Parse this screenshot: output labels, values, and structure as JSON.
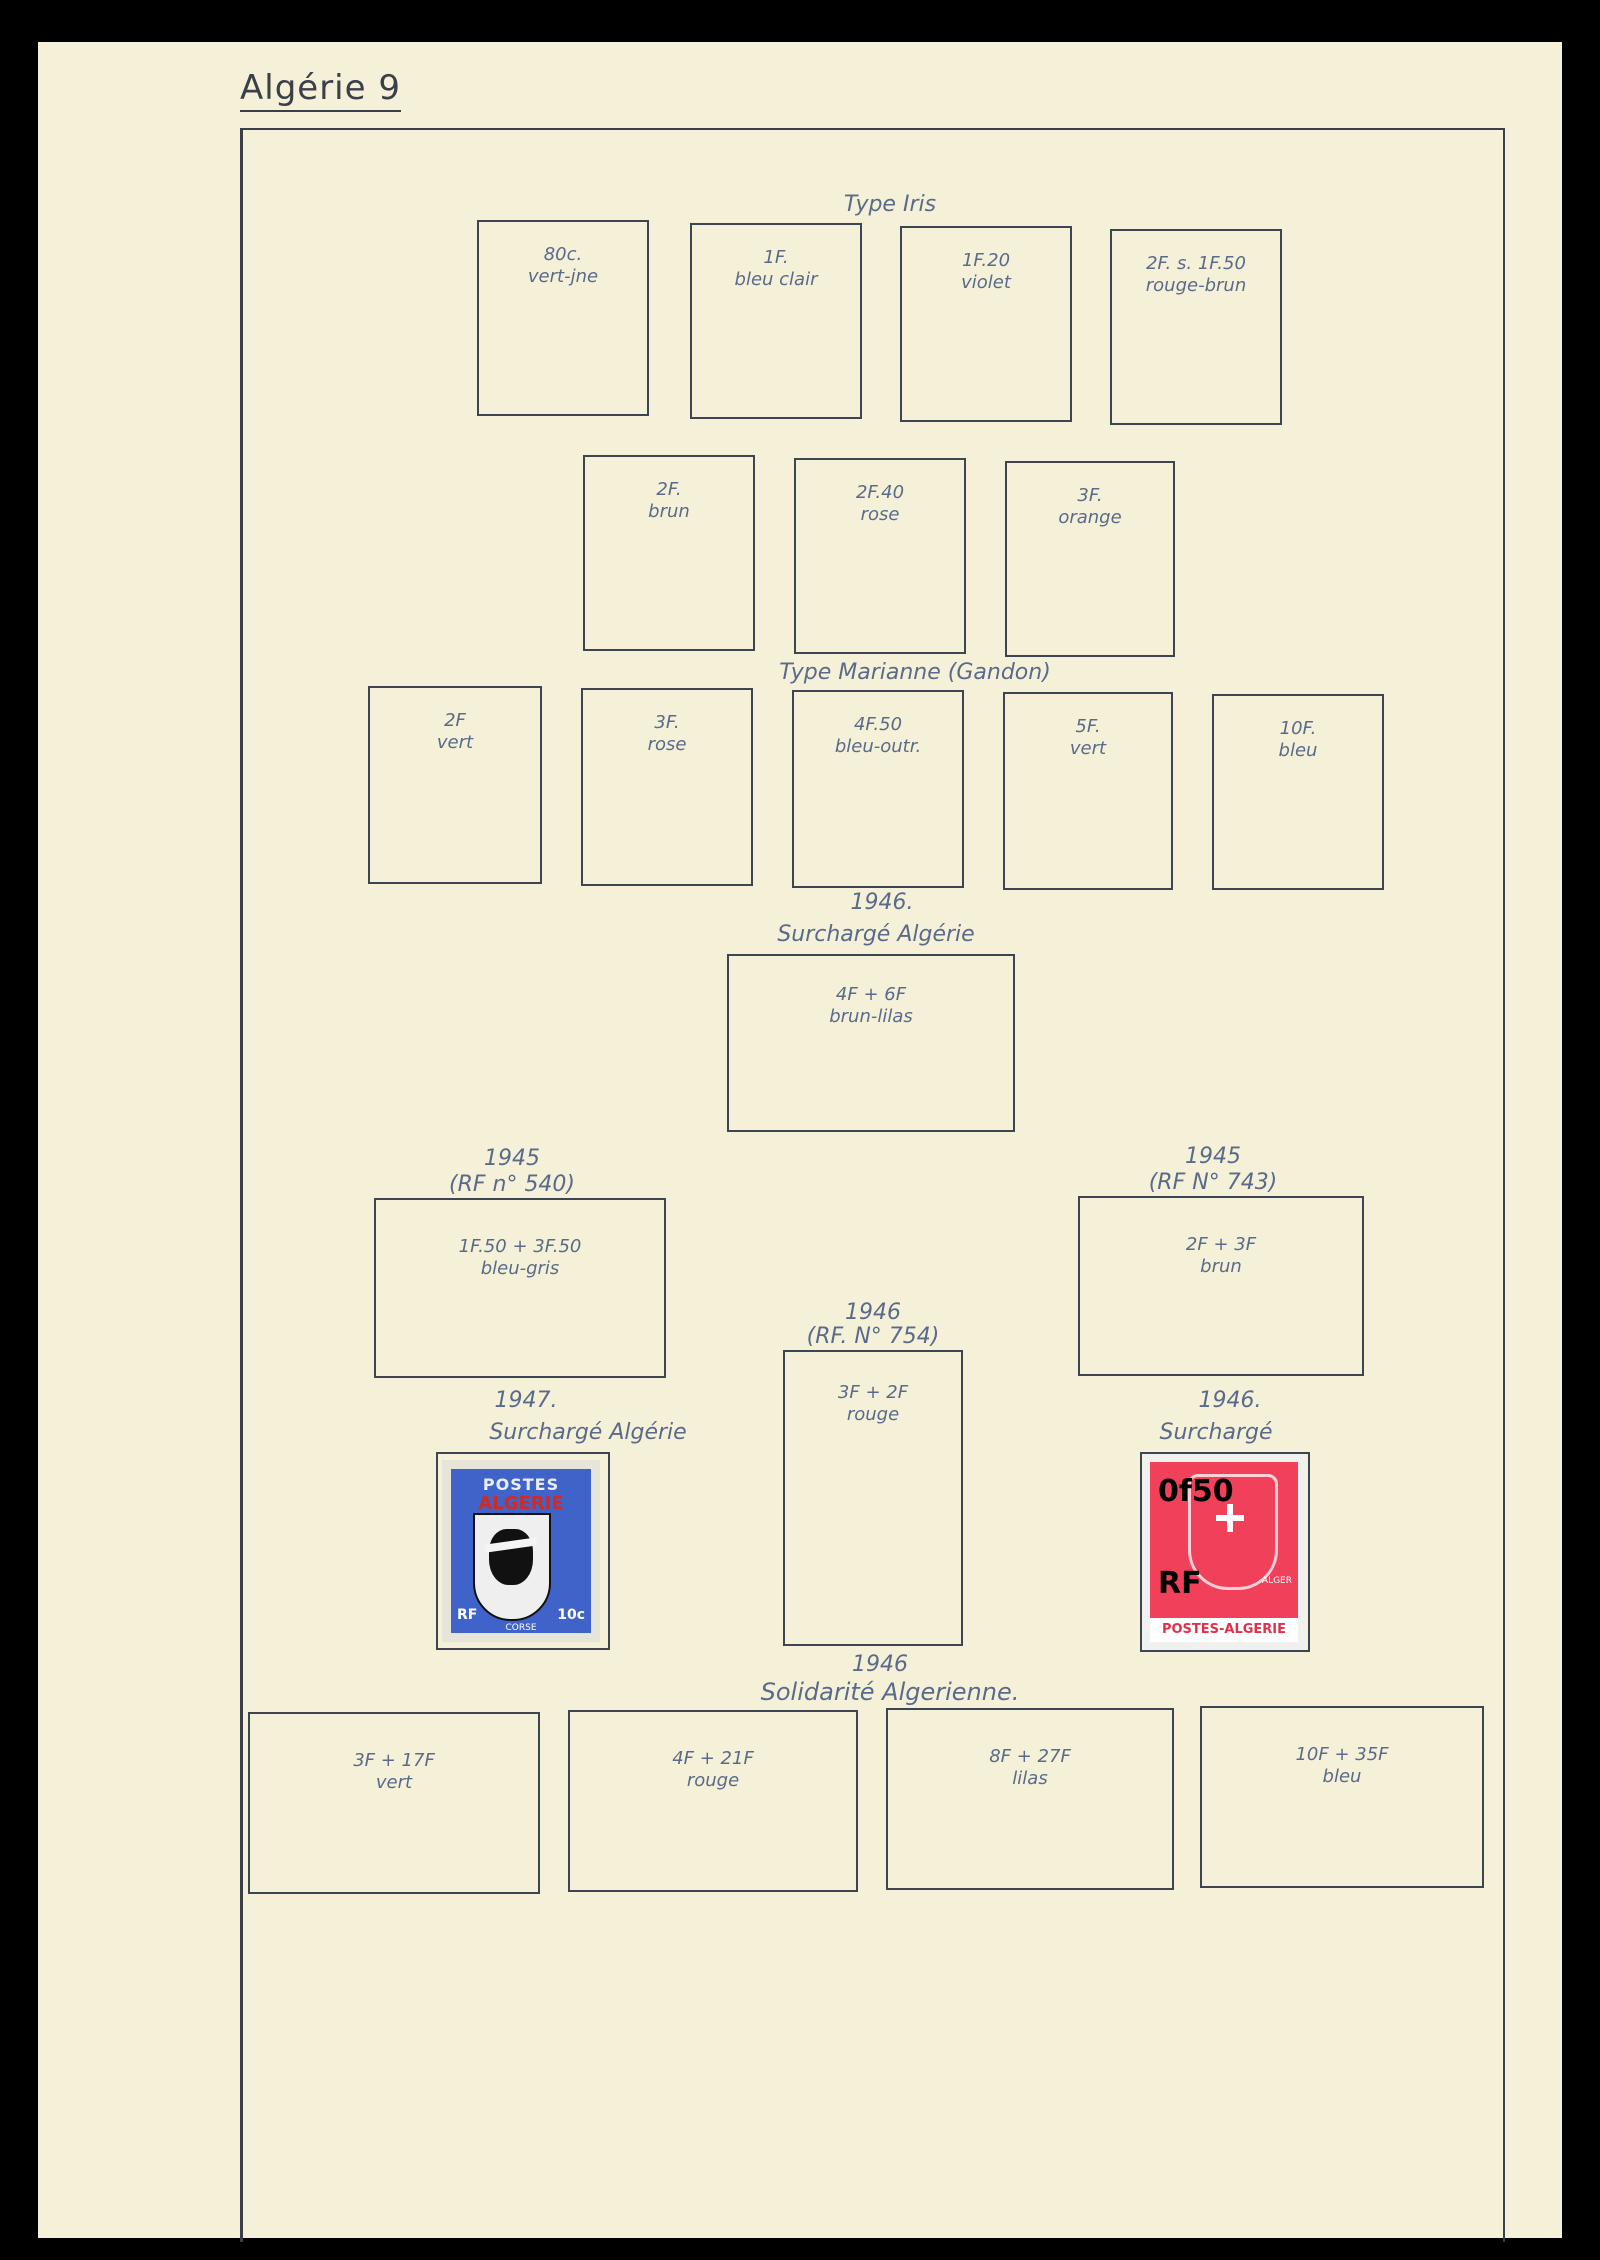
{
  "page_title": "Algérie 9",
  "sections": {
    "iris_title": "Type Iris",
    "marianne_title": "Type Marianne (Gandon)",
    "year_1946_a": "1946.",
    "surcharge_title": "Surchargé Algérie",
    "year_1945_left": "1945",
    "ref_left": "(RF n° 540)",
    "year_1945_right": "1945",
    "ref_right": "(RF N° 743)",
    "year_1946_mid": "1946",
    "ref_mid": "(RF. N° 754)",
    "year_1947": "1947.",
    "surcharge_1947": "Surchargé Algérie",
    "year_1946_right": "1946.",
    "surcharge_right": "Surchargé",
    "year_1946_bottom": "1946",
    "solidarite_title": "Solidarité Algerienne."
  },
  "iris_row1": [
    {
      "value": "80c.",
      "color": "vert-jne"
    },
    {
      "value": "1F.",
      "color": "bleu clair"
    },
    {
      "value": "1F.20",
      "color": "violet"
    },
    {
      "value": "2F. s. 1F.50",
      "color": "rouge-brun"
    }
  ],
  "iris_row2": [
    {
      "value": "2F.",
      "color": "brun"
    },
    {
      "value": "2F.40",
      "color": "rose"
    },
    {
      "value": "3F.",
      "color": "orange"
    }
  ],
  "marianne_row": [
    {
      "value": "2F",
      "color": "vert"
    },
    {
      "value": "3F.",
      "color": "rose"
    },
    {
      "value": "4F.50",
      "color": "bleu-outr."
    },
    {
      "value": "5F.",
      "color": "vert"
    },
    {
      "value": "10F.",
      "color": "bleu"
    }
  ],
  "surcharge_1946": {
    "value": "4F + 6F",
    "color": "brun-lilas"
  },
  "box_1945_left": {
    "value": "1F.50 + 3F.50",
    "color": "bleu-gris"
  },
  "box_1945_right": {
    "value": "2F + 3F",
    "color": "brun"
  },
  "box_1946_mid": {
    "value": "3F + 2F",
    "color": "rouge"
  },
  "stamp_corse": {
    "header": "POSTES",
    "overprint": "ALGERIE",
    "rf": "RF",
    "value": "10c",
    "caption": "CORSE"
  },
  "stamp_alger": {
    "surcharge": "0f50",
    "rf": "RF",
    "city": "ALGER",
    "footer": "POSTES-ALGERIE"
  },
  "solidarite_row": [
    {
      "value": "3F + 17F",
      "color": "vert"
    },
    {
      "value": "4F + 21F",
      "color": "rouge"
    },
    {
      "value": "8F + 27F",
      "color": "lilas"
    },
    {
      "value": "10F + 35F",
      "color": "bleu"
    }
  ]
}
